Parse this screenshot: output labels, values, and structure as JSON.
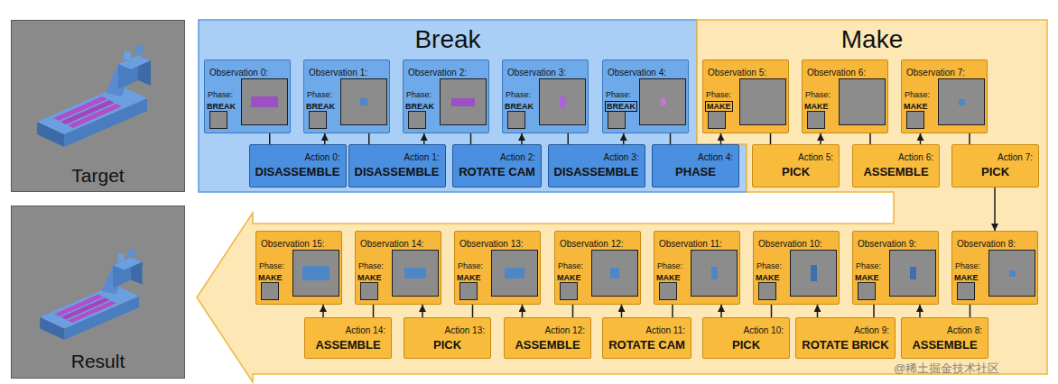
{
  "diagram": {
    "nodes": [
      {
        "text": [
          "Target"
        ]
      },
      {
        "text": [
          "Result"
        ]
      },
      {
        "text": [
          "Break"
        ]
      },
      {
        "text": [
          "Make"
        ]
      },
      {
        "text": [
          "Observation 0:",
          "Phase:",
          "BREAK"
        ],
        "in": 2
      },
      {
        "text": [
          "Action 0:",
          "DISASSEMBLE"
        ],
        "in": 2
      },
      {
        "text": [
          "Observation 1:",
          "Phase:",
          "BREAK"
        ],
        "in": 2
      },
      {
        "text": [
          "Action 1:",
          "DISASSEMBLE"
        ],
        "in": 2
      },
      {
        "text": [
          "Observation 2:",
          "Phase:",
          "BREAK"
        ],
        "in": 2
      },
      {
        "text": [
          "Action 2:",
          "ROTATE CAM"
        ],
        "in": 2
      },
      {
        "text": [
          "Observation 3:",
          "Phase:",
          "BREAK"
        ],
        "in": 2
      },
      {
        "text": [
          "Action 3:",
          "DISASSEMBLE"
        ],
        "in": 2
      },
      {
        "text": [
          "Observation 4:",
          "Phase:",
          "BREAK"
        ],
        "in": 2
      },
      {
        "text": [
          "Action 4:",
          "PHASE"
        ],
        "in": 2
      },
      {
        "text": [
          "Observation 5:",
          "Phase:",
          "MAKE"
        ],
        "in": 3
      },
      {
        "text": [
          "Action 5:",
          "PICK"
        ],
        "in": 3
      },
      {
        "text": [
          "Observation 6:",
          "Phase:",
          "MAKE"
        ],
        "in": 3
      },
      {
        "text": [
          "Action 6:",
          "ASSEMBLE"
        ],
        "in": 3
      },
      {
        "text": [
          "Observation 7:",
          "Phase:",
          "MAKE"
        ],
        "in": 3
      },
      {
        "text": [
          "Action 7:",
          "PICK"
        ],
        "in": 3
      },
      {
        "text": [
          "Observation 8:",
          "Phase:",
          "MAKE"
        ],
        "in": 3
      },
      {
        "text": [
          "Action 8:",
          "ASSEMBLE"
        ],
        "in": 3
      },
      {
        "text": [
          "Observation 9:",
          "Phase:",
          "MAKE"
        ],
        "in": 3
      },
      {
        "text": [
          "Action 9:",
          "ROTATE BRICK"
        ],
        "in": 3
      },
      {
        "text": [
          "Observation 10:",
          "Phase:",
          "MAKE"
        ],
        "in": 3
      },
      {
        "text": [
          "Action 10:",
          "PICK"
        ],
        "in": 3
      },
      {
        "text": [
          "Observation 11:",
          "Phase:",
          "MAKE"
        ],
        "in": 3
      },
      {
        "text": [
          "Action 11:",
          "ROTATE CAM"
        ],
        "in": 3
      },
      {
        "text": [
          "Observation 12:",
          "Phase:",
          "MAKE"
        ],
        "in": 3
      },
      {
        "text": [
          "Action 12:",
          "ASSEMBLE"
        ],
        "in": 3
      },
      {
        "text": [
          "Observation 13:",
          "Phase:",
          "MAKE"
        ],
        "in": 3
      },
      {
        "text": [
          "Action 13:",
          "PICK"
        ],
        "in": 3
      },
      {
        "text": [
          "Observation 14:",
          "Phase:",
          "MAKE"
        ],
        "in": 3
      },
      {
        "text": [
          "Action 14:",
          "ASSEMBLE"
        ],
        "in": 3
      },
      {
        "text": [
          "Observation 15:",
          "Phase:",
          "MAKE"
        ],
        "in": 3
      }
    ],
    "edges": [
      {
        "from": 4,
        "to": 5,
        "arrow": "none"
      },
      {
        "from": 5,
        "to": 6,
        "arrow": "to"
      },
      {
        "from": 6,
        "to": 7,
        "arrow": "none"
      },
      {
        "from": 7,
        "to": 8,
        "arrow": "to"
      },
      {
        "from": 8,
        "to": 9,
        "arrow": "none"
      },
      {
        "from": 9,
        "to": 10,
        "arrow": "to"
      },
      {
        "from": 10,
        "to": 11,
        "arrow": "none"
      },
      {
        "from": 11,
        "to": 12,
        "arrow": "to"
      },
      {
        "from": 12,
        "to": 13,
        "arrow": "none"
      },
      {
        "from": 13,
        "to": 14,
        "arrow": "to"
      },
      {
        "from": 14,
        "to": 15,
        "arrow": "none"
      },
      {
        "from": 15,
        "to": 16,
        "arrow": "to"
      },
      {
        "from": 16,
        "to": 17,
        "arrow": "none"
      },
      {
        "from": 17,
        "to": 18,
        "arrow": "to"
      },
      {
        "from": 18,
        "to": 19,
        "arrow": "none"
      },
      {
        "from": 19,
        "to": 20,
        "arrow": "to"
      },
      {
        "from": 20,
        "to": 21,
        "arrow": "none"
      },
      {
        "from": 21,
        "to": 22,
        "arrow": "to"
      },
      {
        "from": 22,
        "to": 23,
        "arrow": "none"
      },
      {
        "from": 23,
        "to": 24,
        "arrow": "to"
      },
      {
        "from": 24,
        "to": 25,
        "arrow": "none"
      },
      {
        "from": 25,
        "to": 26,
        "arrow": "to"
      },
      {
        "from": 26,
        "to": 27,
        "arrow": "none"
      },
      {
        "from": 27,
        "to": 28,
        "arrow": "to"
      },
      {
        "from": 28,
        "to": 29,
        "arrow": "none"
      },
      {
        "from": 29,
        "to": 30,
        "arrow": "to"
      },
      {
        "from": 30,
        "to": 31,
        "arrow": "none"
      },
      {
        "from": 31,
        "to": 32,
        "arrow": "to"
      },
      {
        "from": 32,
        "to": 33,
        "arrow": "none"
      },
      {
        "from": 33,
        "to": 34,
        "arrow": "to"
      }
    ],
    "labels": [
      "@稀土掘金技术社区"
    ]
  }
}
